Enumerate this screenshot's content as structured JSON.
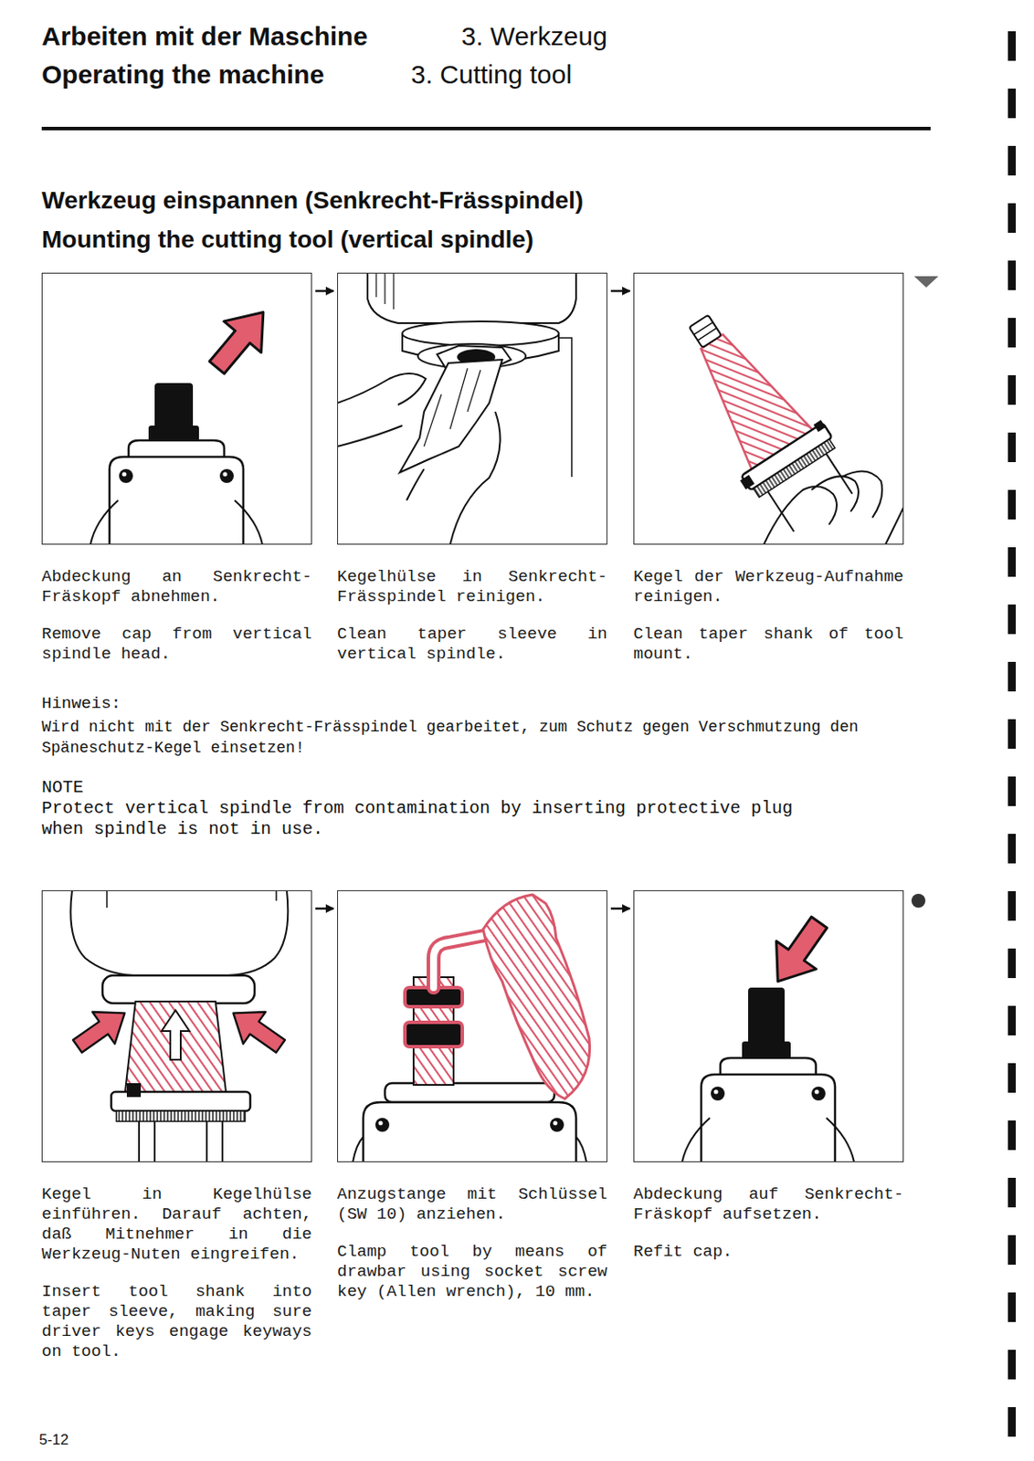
{
  "diagram": {
    "title": "Werkzeug einspannen (Senkrecht-Frässpindel)",
    "nodes": [
      {
        "text": [
          "Abdeckung an Senkrecht-Fräskopf abnehmen.",
          "Remove cap from vertical spindle head."
        ]
      },
      {
        "text": [
          "Kegelhülse in Senkrecht-Frässpindel reinigen.",
          "Clean taper sleeve in vertical spindle."
        ]
      },
      {
        "text": [
          "Kegel der Werkzeug-Aufnahme reinigen.",
          "Clean taper shank of tool mount."
        ]
      },
      {
        "text": [
          "Kegel in Kegelhülse einführen. Darauf achten, daß Mitnehmer in die Werkzeug-Nuten eingreifen.",
          "Insert tool shank into taper sleeve, making sure driver keys engage keyways on tool."
        ]
      },
      {
        "text": [
          "Anzugstange mit Schlüssel (SW 10) anziehen.",
          "Clamp tool by means of drawbar using socket screw key (Allen wrench), 10 mm."
        ]
      },
      {
        "text": [
          "Abdeckung auf Senkrecht-Fräskopf aufsetzen.",
          "Refit cap."
        ]
      }
    ],
    "edges": [
      {
        "from": 0,
        "to": 1,
        "arrow": "to"
      },
      {
        "from": 1,
        "to": 2,
        "arrow": "to"
      },
      {
        "from": 3,
        "to": 4,
        "arrow": "to"
      },
      {
        "from": 4,
        "to": 5,
        "arrow": "to"
      }
    ],
    "labels": [
      "Arbeiten mit der Maschine",
      "3. Werkzeug",
      "Operating the machine",
      "3. Cutting tool",
      "Mounting the cutting tool (vertical spindle)",
      "Hinweis:",
      "Wird nicht mit der Senkrecht-Frässpindel gearbeitet, zum Schutz gegen Verschmutzung den Späneschutz-Kegel einsetzen!",
      "NOTE",
      "Protect vertical spindle from contamination by inserting protective plug when spindle is not in use.",
      "5-12"
    ]
  }
}
